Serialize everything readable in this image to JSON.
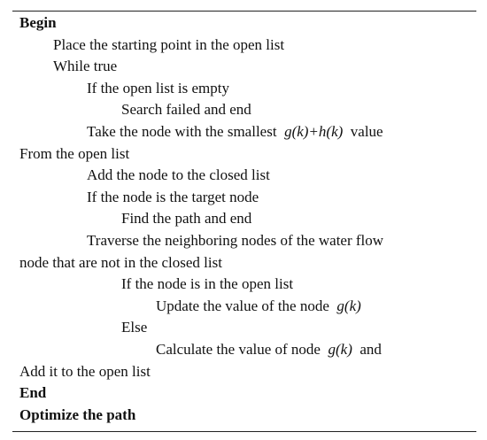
{
  "algorithm": {
    "lines": [
      {
        "text": "Begin",
        "bold": true
      },
      {
        "text": "Place the starting point in the open list"
      },
      {
        "text": "While true"
      },
      {
        "text": "If the open list is empty"
      },
      {
        "text": "Search failed and end"
      },
      {
        "text": "Take the node with the smallest",
        "math": "g(k)+h(k)",
        "after": "value"
      },
      {
        "text": "From the open list"
      },
      {
        "text": "Add the node to the closed list"
      },
      {
        "text": "If the node is the target node"
      },
      {
        "text": "Find the path and end"
      },
      {
        "text": "Traverse the neighboring nodes of the water flow"
      },
      {
        "text": "node that are not in the closed list"
      },
      {
        "text": "If the node is in the open list"
      },
      {
        "text": "Update the value of the node",
        "math": "g(k)"
      },
      {
        "text": "Else"
      },
      {
        "text": "Calculate the value of node",
        "math": "g(k)",
        "after": "and"
      },
      {
        "text": "Add it to the open list"
      },
      {
        "text": "End",
        "bold": true
      },
      {
        "text": "Optimize the path",
        "bold": true
      }
    ]
  }
}
